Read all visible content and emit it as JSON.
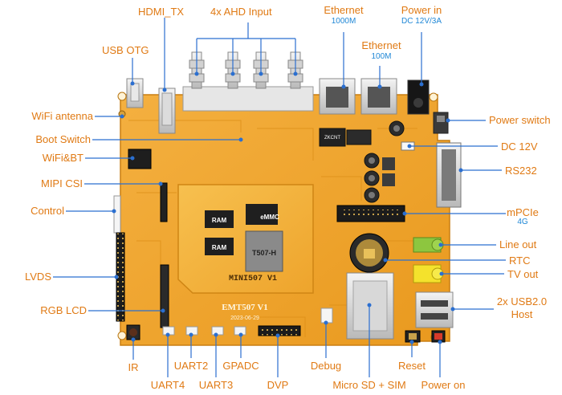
{
  "labels": {
    "hdmi_tx": "HDMI_TX",
    "ahd_input": "4x AHD Input",
    "ethernet_1": "Ethernet",
    "ethernet_1_speed": "1000M",
    "ethernet_2": "Ethernet",
    "ethernet_2_speed": "100M",
    "power_in": "Power in",
    "power_in_spec": "DC 12V/3A",
    "usb_otg": "USB OTG",
    "wifi_antenna": "WiFi antenna",
    "boot_switch": "Boot Switch",
    "wifi_bt": "WiFi&BT",
    "mipi_csi": "MIPI CSI",
    "control": "Control",
    "lvds": "LVDS",
    "rgb_lcd": "RGB LCD",
    "ir": "IR",
    "uart4": "UART4",
    "uart2": "UART2",
    "uart3": "UART3",
    "gpadc": "GPADC",
    "dvp": "DVP",
    "debug": "Debug",
    "micro_sd_sim": "Micro SD + SIM",
    "reset": "Reset",
    "power_on": "Power on",
    "power_switch": "Power switch",
    "dc_12v": "DC 12V",
    "rs232": "RS232",
    "mpcie": "mPCIe",
    "mpcie_sub": "4G",
    "line_out": "Line out",
    "rtc": "RTC",
    "tv_out": "TV out",
    "usb2_host_1": "2x USB2.0",
    "usb2_host_2": "Host"
  },
  "board": {
    "ram_1": "RAM",
    "ram_2": "RAM",
    "emmc": "eMMC",
    "soc": "T507-H",
    "som_label": "MINI507 V1",
    "board_label": "EMT507 V1",
    "board_date": "2023-06-29",
    "ethernet_chip": "ZKCNT"
  },
  "colors": {
    "label": "#e07a14",
    "label_sub": "#1f87d6",
    "leader": "#2b6fd0",
    "pcb": "#f0a52a",
    "pcb_dark": "#c97e12",
    "som": "#f5b43c"
  }
}
